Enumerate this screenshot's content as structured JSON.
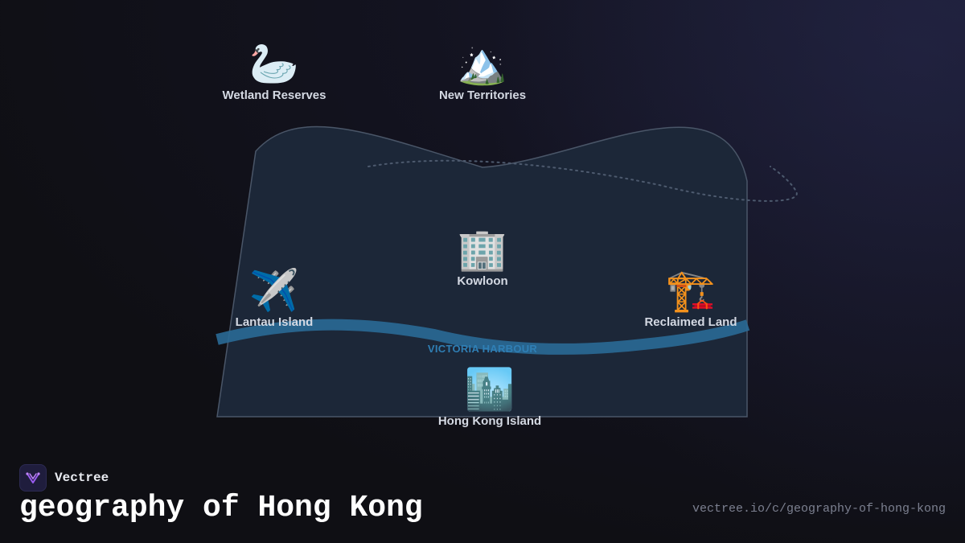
{
  "regions": [
    {
      "name": "Wetland Reserves",
      "icon": "swan-icon",
      "emoji": "🦢"
    },
    {
      "name": "New Territories",
      "icon": "snow-capped-mountain-icon",
      "emoji": "🏔️"
    },
    {
      "name": "Kowloon",
      "icon": "office-building-icon",
      "emoji": "🏢"
    },
    {
      "name": "Lantau Island",
      "icon": "airplane-icon",
      "emoji": "✈️"
    },
    {
      "name": "Reclaimed Land",
      "icon": "construction-crane-icon",
      "emoji": "🏗️"
    },
    {
      "name": "Hong Kong Island",
      "icon": "cityscape-icon",
      "emoji": "🏙️"
    }
  ],
  "harbour": {
    "label": "VICTORIA HARBOUR"
  },
  "brand": {
    "name": "Vectree",
    "logo": "vectree-logo"
  },
  "title": "geography of Hong Kong",
  "url": "vectree.io/c/geography-of-hong-kong",
  "colors": {
    "background": "#0f0f14",
    "landmass_fill": "#1c2738",
    "landmass_stroke": "#4a5668",
    "harbour": "#2a6a96",
    "harbour_label": "#2f7fb5"
  }
}
